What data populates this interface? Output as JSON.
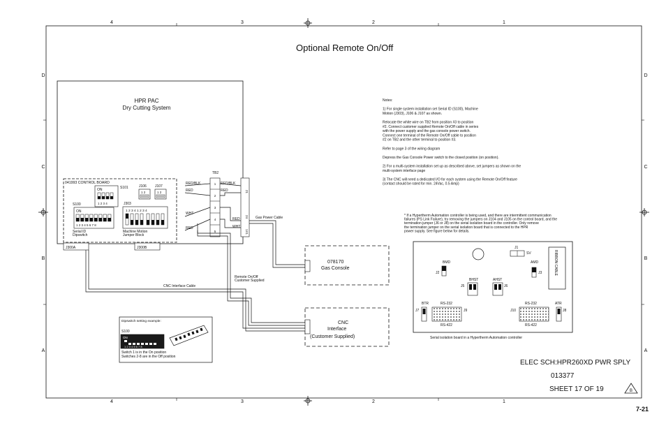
{
  "sheet": {
    "title": "Optional Remote On/Off",
    "schematic_name": "ELEC SCH:HPR260XD PWR SPLY",
    "part_number": "013377",
    "sheet_label": "SHEET 17 OF 19",
    "revision": "B",
    "page_number": "7-21",
    "col_labels": [
      "4",
      "3",
      "2",
      "1"
    ],
    "row_labels": [
      "D",
      "C",
      "B",
      "A"
    ]
  },
  "hpr_pac": {
    "title": "HPR PAC",
    "subtitle": "Dry Cutting System",
    "control_board_label": "041993  CONTROL BOARD",
    "s101": "S101",
    "s101_on": "ON",
    "s101_nums": "1  2  3  4",
    "j106": "J106",
    "j107": "J107",
    "j_pins": "1  2",
    "j303": "J303",
    "j303_nums": "1  2  3  4   1  2  3  4",
    "s100": "S100",
    "s100_on": "ON",
    "s100_nums": "1 2 3 4 5 6 7 8",
    "serial_id_1": "Serial ID",
    "serial_id_2": "Dipswitch",
    "jumper_1": "Machine Motion",
    "jumper_2": "Jumper Block",
    "j300a": "J300A",
    "j300b": "J300B"
  },
  "tb2": {
    "label": "TB2",
    "pins": [
      "1",
      "2",
      "3",
      "4",
      "5"
    ],
    "right_pins": [
      "21",
      "24",
      "1X1"
    ]
  },
  "wires": {
    "red_blk_left": "RED/BLK",
    "red_left": "RED",
    "wht_left": "WHT",
    "red_left2": "RED",
    "red_blk_right": "RED/BLK",
    "red_right": "RED",
    "red_right2": "RED",
    "wht_right": "WHT",
    "gas_power_cable": "Gas Power Cable",
    "remote_1": "Remote On/Off",
    "remote_2": "Customer Supplied",
    "cnc_interface_cable": "CNC Interface Cable"
  },
  "gas_console": {
    "part": "078170",
    "label": "Gas Console"
  },
  "cnc": {
    "line1": "CNC",
    "line2": "Interface",
    "line3": "(Customer Supplied)"
  },
  "dipswitch_example": {
    "title": "Dipswitch setting example:",
    "s100": "S100",
    "on": "ON",
    "nums": "1 2 3 4 5 6 7 8",
    "line1": "Switch 1 is in the On position",
    "line2": "Switches 2-8 are in the Off position"
  },
  "notes": {
    "lines": [
      "Notes:",
      "",
      "1)  For single system installation set Serial ID (S100), Machine",
      "     Motion (J303), J106 & J107 as shown.",
      "",
      "     Relocate the white wire on TB2 from position #3 to position",
      "     #2. Connect customer supplied Remote On/Off cable in series",
      "     with the power supply and the gas console power switch.",
      "     Connect one terminal of the Remote On/Off cable to position",
      "     #2 on TB2 and the other terminal to position #3.",
      "",
      "     Refer to page 3 of the wiring diagram",
      "",
      "     Depress the Gas Console Power switch to the closed position (on position).",
      "",
      "2) For a multi-system installation set up as described above, set jumpers as shown on the",
      "     multi-system interface page",
      "",
      "3) The CNC will need a dedicated I/O for each system using the Remote On/Off feature",
      "     (contact should be rated for min. 24Vac, 0.5 Amp)"
    ],
    "asterisk_lines": [
      "* If a Hypertherm Automation controller is being used, and there are intermittent communication",
      "   failures (PS Link Failure), try removing the jumpers on J104 and J105 on the control board, and the",
      "   termination jumper (J6 or J8) on the serial isolation board in the controller. Only remove",
      "   the termination jumper on the serial isolation board that is connected to the HPR",
      "   power supply. See figure below for details."
    ]
  },
  "serial_board": {
    "j1": "J1",
    "sv": "SV",
    "ribbon_cable": "RIBBON CABLE",
    "bmd": "BMD",
    "amd": "AMD",
    "j2": "J2",
    "j3": "J3",
    "bhst": "BHST",
    "ahst": "AHST",
    "j5": "J5",
    "j6": "J6",
    "btr": "BTR",
    "atr": "ATR",
    "j7": "J7",
    "j8": "J8",
    "rs232_left": "RS-232",
    "rs232_right": "RS-232",
    "rs422_left": "RS-422",
    "rs422_right": "RS-422",
    "j9": "J9",
    "j10": "J10",
    "caption": "Serial isolation board in a Hypertherm Automation controller"
  }
}
